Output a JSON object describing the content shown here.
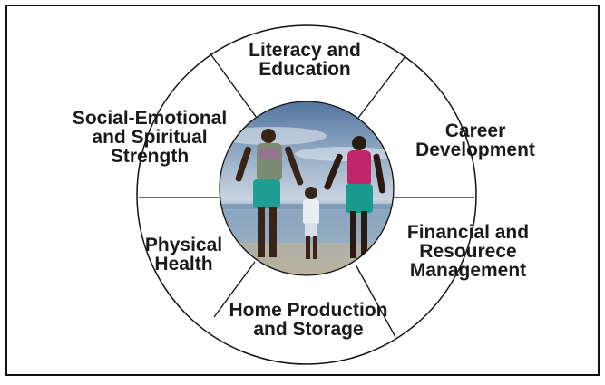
{
  "segments": [
    {
      "id": "literacy",
      "lines": [
        "Literacy and",
        "Education"
      ]
    },
    {
      "id": "career",
      "lines": [
        "Career",
        "Development"
      ]
    },
    {
      "id": "financial",
      "lines": [
        "Financial and",
        "Resourece",
        "Management"
      ]
    },
    {
      "id": "home",
      "lines": [
        "Home Production",
        "and Storage"
      ]
    },
    {
      "id": "physical",
      "lines": [
        "Physical",
        "Health"
      ]
    },
    {
      "id": "social",
      "lines": [
        "Social-Emotional",
        "and Spiritual",
        "Strength"
      ]
    }
  ],
  "center_image": {
    "description": "family-walking-on-beach-photo"
  },
  "colors": {
    "stroke": "#111111",
    "sky_top": "#5a7ea6",
    "sky_mid": "#a9bdd2",
    "water": "#7e9cb8",
    "sand": "#c9b99a"
  }
}
